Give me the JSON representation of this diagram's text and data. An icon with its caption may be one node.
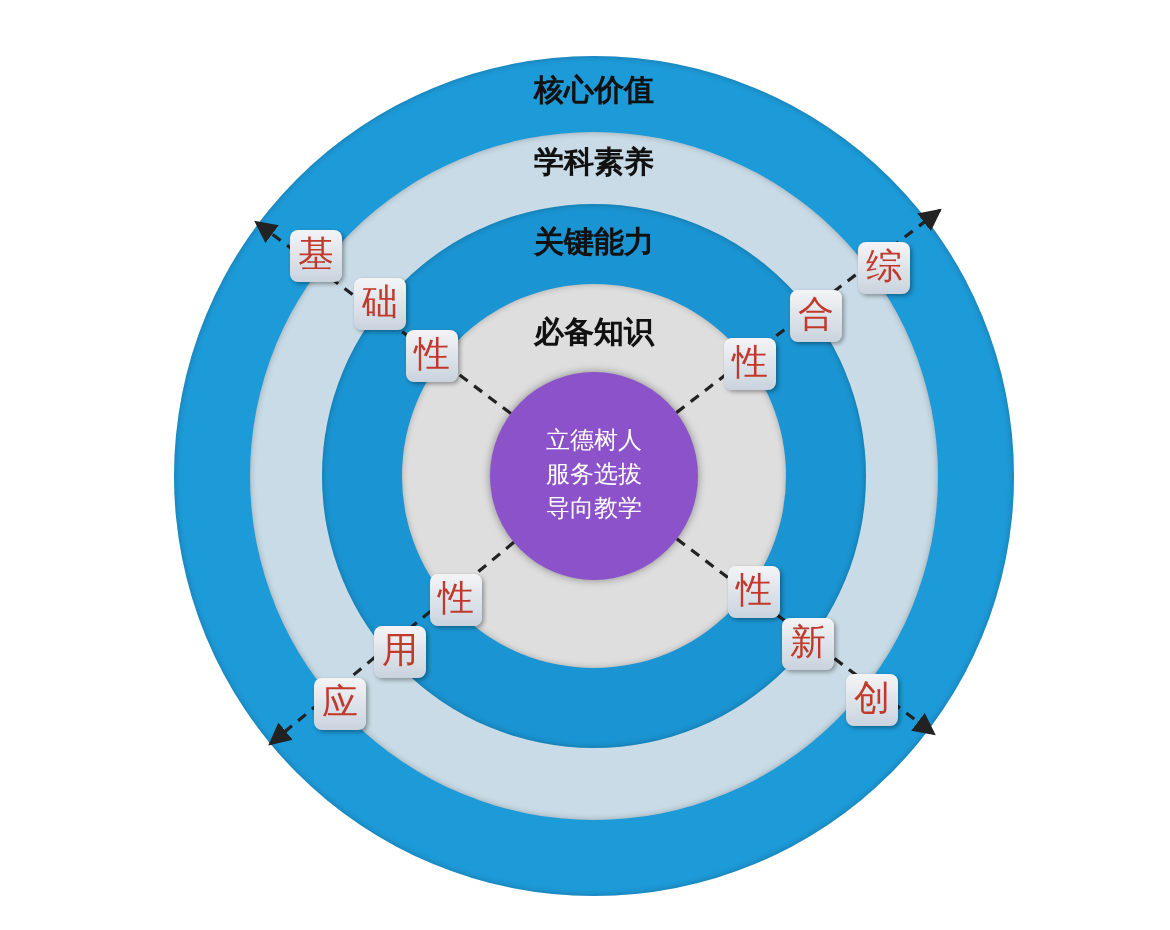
{
  "diagram": {
    "nodes": [
      {
        "text": [
          "核心价值"
        ]
      },
      {
        "text": [
          "学科素养"
        ],
        "in": 0
      },
      {
        "text": [
          "关键能力"
        ],
        "in": 1
      },
      {
        "text": [
          "必备知识"
        ],
        "in": 2
      },
      {
        "text": [
          "立德树人服务选拔导向教学"
        ],
        "in": 3
      },
      {
        "text": [
          "基"
        ],
        "in": 1
      },
      {
        "text": [
          "础"
        ],
        "in": 2
      },
      {
        "text": [
          "性"
        ],
        "in": 3
      },
      {
        "text": [
          "综"
        ],
        "in": 1
      },
      {
        "text": [
          "合"
        ],
        "in": 2
      },
      {
        "text": [
          "性"
        ],
        "in": 3
      },
      {
        "text": [
          "应"
        ],
        "in": 1
      },
      {
        "text": [
          "用"
        ],
        "in": 2
      },
      {
        "text": [
          "性"
        ],
        "in": 3
      },
      {
        "text": [
          "创"
        ],
        "in": 1
      },
      {
        "text": [
          "新"
        ],
        "in": 2
      },
      {
        "text": [
          "性"
        ],
        "in": 3
      }
    ],
    "edges": [
      {
        "from": 4,
        "to": null,
        "arrow": "to",
        "style": "dashed"
      },
      {
        "from": 4,
        "to": null,
        "arrow": "to",
        "style": "dashed"
      },
      {
        "from": 4,
        "to": null,
        "arrow": "to",
        "style": "dashed"
      },
      {
        "from": 4,
        "to": null,
        "arrow": "to",
        "style": "dashed"
      }
    ]
  }
}
